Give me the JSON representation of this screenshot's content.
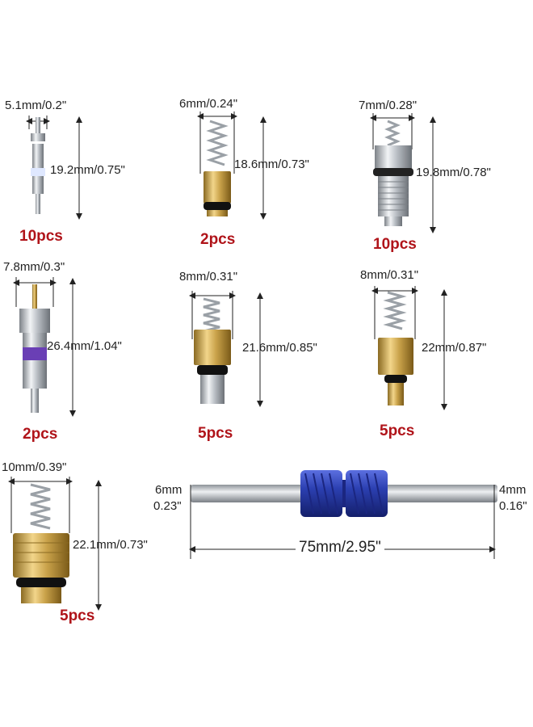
{
  "items": [
    {
      "width_label": "5.1mm/0.2\"",
      "length_label": "19.2mm/0.75\"",
      "qty": "10pcs"
    },
    {
      "width_label": "6mm/0.24\"",
      "length_label": "18.6mm/0.73\"",
      "qty": "2pcs"
    },
    {
      "width_label": "7mm/0.28\"",
      "length_label": "19.8mm/0.78\"",
      "qty": "10pcs"
    },
    {
      "width_label": "7.8mm/0.3\"",
      "length_label": "26.4mm/1.04\"",
      "qty": "2pcs"
    },
    {
      "width_label": "8mm/0.31\"",
      "length_label": "21.6mm/0.85\"",
      "qty": "5pcs"
    },
    {
      "width_label": "8mm/0.31\"",
      "length_label": "22mm/0.87\"",
      "qty": "5pcs"
    },
    {
      "width_label": "10mm/0.39\"",
      "length_label": "22.1mm/0.73\"",
      "qty": "5pcs"
    }
  ],
  "tool": {
    "left_label_1": "6mm",
    "left_label_2": "0.23\"",
    "right_label_1": "4mm",
    "right_label_2": "0.16\"",
    "length_label": "75mm/2.95\""
  },
  "colors": {
    "quantity_text": "#b0141a",
    "brass": "#c9a24a",
    "chrome": "#c8ccd0",
    "tool_handle": "#2b3fb0",
    "purple_ring": "#6a3fb5"
  }
}
